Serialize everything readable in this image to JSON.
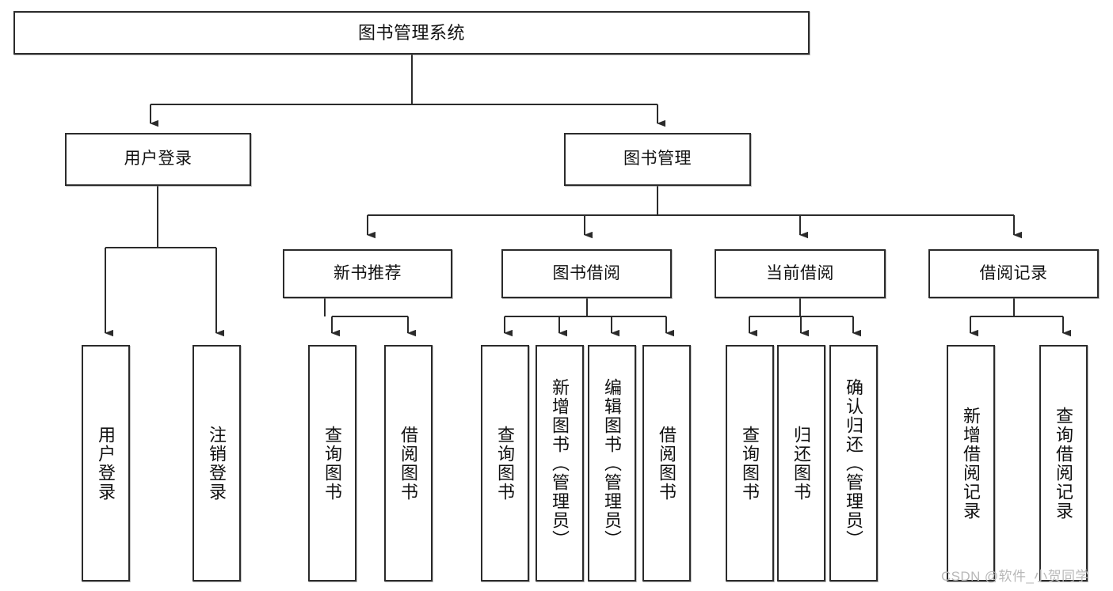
{
  "diagram": {
    "title": "图书管理系统",
    "type": "功能结构图",
    "watermark": "CSDN @软件_小贺同学",
    "colors": {
      "box_border": "#2b2b2b",
      "box_fill": "#ffffff",
      "edge": "#2b2b2b",
      "watermark": "#b9b9b9",
      "background": "#ffffff"
    },
    "nodes": {
      "root": {
        "label": "图书管理系统"
      },
      "level2": [
        {
          "id": "user-login",
          "label": "用户登录"
        },
        {
          "id": "book-manage",
          "label": "图书管理"
        }
      ],
      "level3": [
        {
          "id": "new-book-recommend",
          "label": "新书推荐"
        },
        {
          "id": "book-borrow",
          "label": "图书借阅"
        },
        {
          "id": "current-borrow",
          "label": "当前借阅"
        },
        {
          "id": "borrow-record",
          "label": "借阅记录"
        }
      ],
      "leaves": {
        "user-login": [
          {
            "id": "leaf-user-login",
            "label": "用户登录"
          },
          {
            "id": "leaf-user-logout",
            "label": "注销登录"
          }
        ],
        "new-book-recommend": [
          {
            "id": "leaf-query-book-1",
            "label": "查询图书"
          },
          {
            "id": "leaf-borrow-book-1",
            "label": "借阅图书"
          }
        ],
        "book-borrow": [
          {
            "id": "leaf-query-book-2",
            "label": "查询图书"
          },
          {
            "id": "leaf-add-book",
            "label": "新增图书（管理员）"
          },
          {
            "id": "leaf-edit-book",
            "label": "编辑图书（管理员）"
          },
          {
            "id": "leaf-borrow-book-2",
            "label": "借阅图书"
          }
        ],
        "current-borrow": [
          {
            "id": "leaf-query-book-3",
            "label": "查询图书"
          },
          {
            "id": "leaf-return-book",
            "label": "归还图书"
          },
          {
            "id": "leaf-confirm-return",
            "label": "确认归还（管理员）"
          }
        ],
        "borrow-record": [
          {
            "id": "leaf-add-record",
            "label": "新增借阅记录"
          },
          {
            "id": "leaf-query-record",
            "label": "查询借阅记录"
          }
        ]
      }
    }
  }
}
